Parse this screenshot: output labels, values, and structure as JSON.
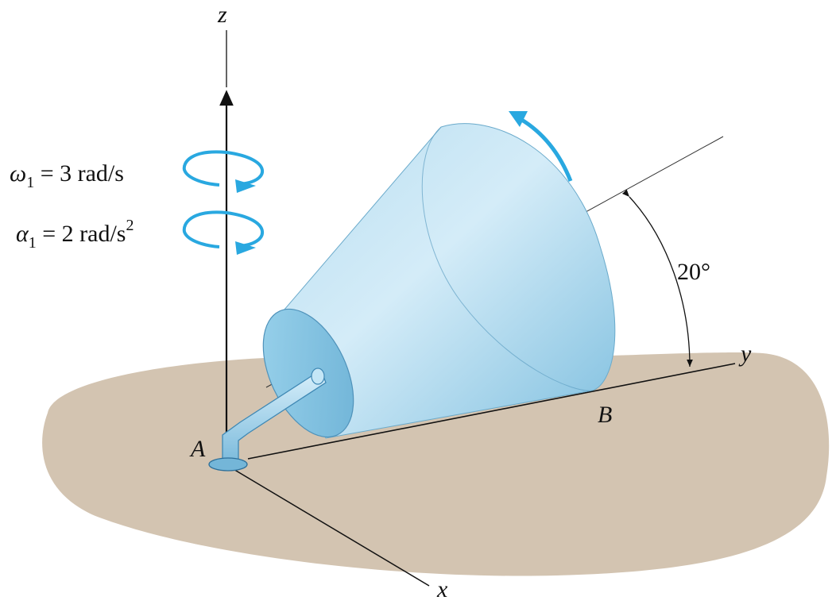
{
  "axes": {
    "z": "z",
    "y": "y",
    "x": "x"
  },
  "points": {
    "A": "A",
    "B": "B"
  },
  "omega": {
    "symbol": "ω",
    "sub": "1",
    "rest": " = 3 rad/s"
  },
  "alpha": {
    "symbol": "α",
    "sub": "1",
    "rest": " = 2 rad/s",
    "sup": "2"
  },
  "angle": "20°",
  "colors": {
    "ground": "#d3c4b1",
    "cone_light": "#cfeaf7",
    "cone_mid": "#9fd2ea",
    "cone_dark": "#6fb4d6",
    "cone_face": "#8ccbe6",
    "arrow_blue": "#29a8e0"
  }
}
